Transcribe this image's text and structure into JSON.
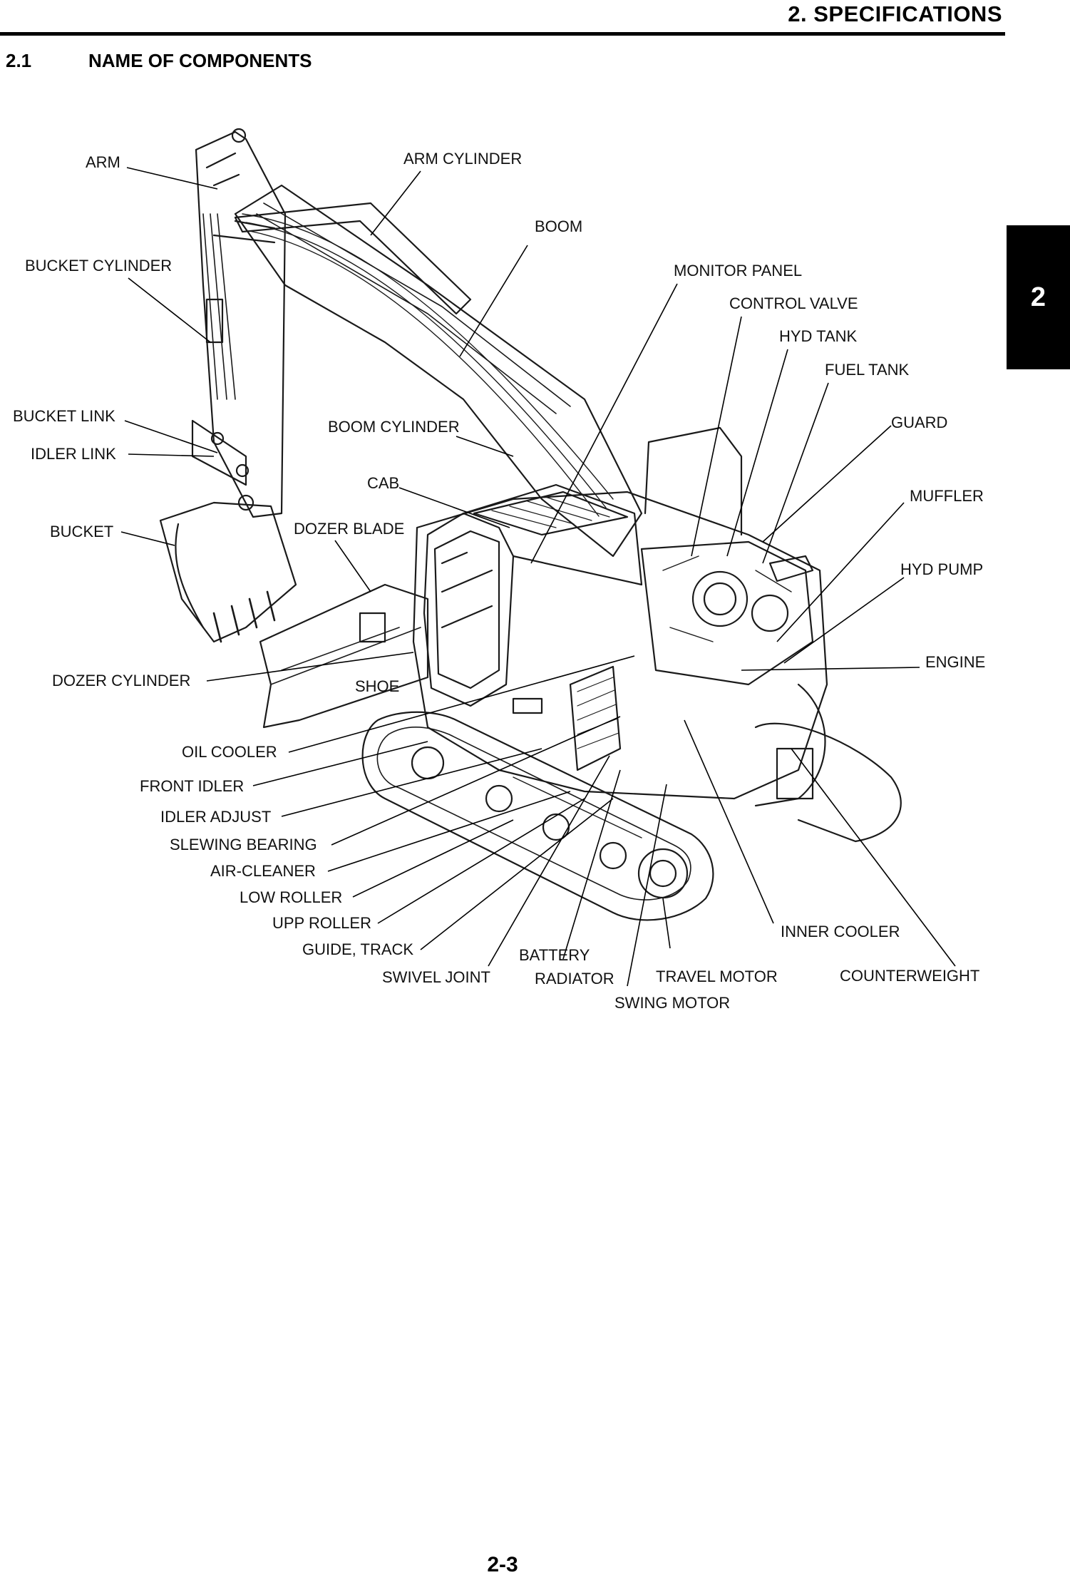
{
  "header": {
    "title": "2.  SPECIFICATIONS"
  },
  "section": {
    "number": "2.1",
    "title": "NAME OF COMPONENTS"
  },
  "chapter_tab": "2",
  "callouts": {
    "arm": "ARM",
    "arm_cylinder": "ARM CYLINDER",
    "boom": "BOOM",
    "bucket_cylinder": "BUCKET CYLINDER",
    "monitor_panel": "MONITOR PANEL",
    "control_valve": "CONTROL VALVE",
    "hyd_tank": "HYD TANK",
    "fuel_tank": "FUEL TANK",
    "bucket_link": "BUCKET LINK",
    "boom_cylinder": "BOOM CYLINDER",
    "guard": "GUARD",
    "idler_link": "IDLER LINK",
    "cab": "CAB",
    "muffler": "MUFFLER",
    "bucket": "BUCKET",
    "dozer_blade": "DOZER BLADE",
    "hyd_pump": "HYD PUMP",
    "engine": "ENGINE",
    "dozer_cylinder": "DOZER CYLINDER",
    "shoe": "SHOE",
    "oil_cooler": "OIL COOLER",
    "front_idler": "FRONT IDLER",
    "idler_adjust": "IDLER ADJUST",
    "slewing_bearing": "SLEWING BEARING",
    "air_cleaner": "AIR-CLEANER",
    "low_roller": "LOW ROLLER",
    "upp_roller": "UPP ROLLER",
    "inner_cooler": "INNER COOLER",
    "guide_track": "GUIDE, TRACK",
    "battery": "BATTERY",
    "swivel_joint": "SWIVEL JOINT",
    "radiator": "RADIATOR",
    "travel_motor": "TRAVEL MOTOR",
    "counterweight": "COUNTERWEIGHT",
    "swing_motor": "SWING MOTOR"
  },
  "page_number": "2-3"
}
